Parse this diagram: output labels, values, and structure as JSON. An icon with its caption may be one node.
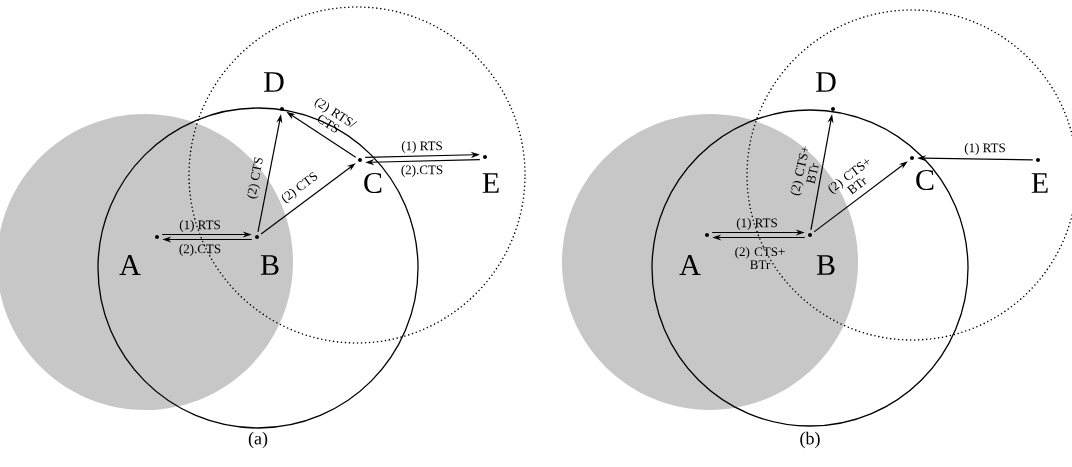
{
  "diagram": {
    "nodes": [
      {
        "text": [
          "A"
        ]
      },
      {
        "text": [
          "B"
        ]
      },
      {
        "text": [
          "C"
        ]
      },
      {
        "text": [
          "D"
        ]
      },
      {
        "text": [
          "E"
        ]
      },
      {
        "text": [
          "A"
        ]
      },
      {
        "text": [
          "B"
        ]
      },
      {
        "text": [
          "C"
        ]
      },
      {
        "text": [
          "D"
        ]
      },
      {
        "text": [
          "E"
        ]
      }
    ],
    "edges": [
      {
        "from": 0,
        "to": 1,
        "arrow": "to",
        "label": "(1) RTS"
      },
      {
        "from": 1,
        "to": 0,
        "arrow": "to",
        "label": "(2).CTS"
      },
      {
        "from": 1,
        "to": 3,
        "arrow": "to",
        "label": "(2) CTS"
      },
      {
        "from": 1,
        "to": 2,
        "arrow": "to",
        "label": "(2) CTS"
      },
      {
        "from": 2,
        "to": 3,
        "arrow": "to",
        "label": "(2) RTS/ CTS"
      },
      {
        "from": 2,
        "to": 4,
        "arrow": "to",
        "label": "(1) RTS"
      },
      {
        "from": 4,
        "to": 2,
        "arrow": "to",
        "label": "(2).CTS"
      },
      {
        "from": 5,
        "to": 6,
        "arrow": "to",
        "label": "(1) RTS"
      },
      {
        "from": 6,
        "to": 5,
        "arrow": "to",
        "label": "(2) CTS+ BTr"
      },
      {
        "from": 6,
        "to": 8,
        "arrow": "to",
        "label": "(2) CTS+ BTr"
      },
      {
        "from": 6,
        "to": 7,
        "arrow": "to",
        "label": "(2) CTS+ BTr"
      },
      {
        "from": 9,
        "to": 7,
        "arrow": "to",
        "label": "(1) RTS"
      }
    ],
    "labels": [
      "(a)",
      "(b)"
    ]
  }
}
